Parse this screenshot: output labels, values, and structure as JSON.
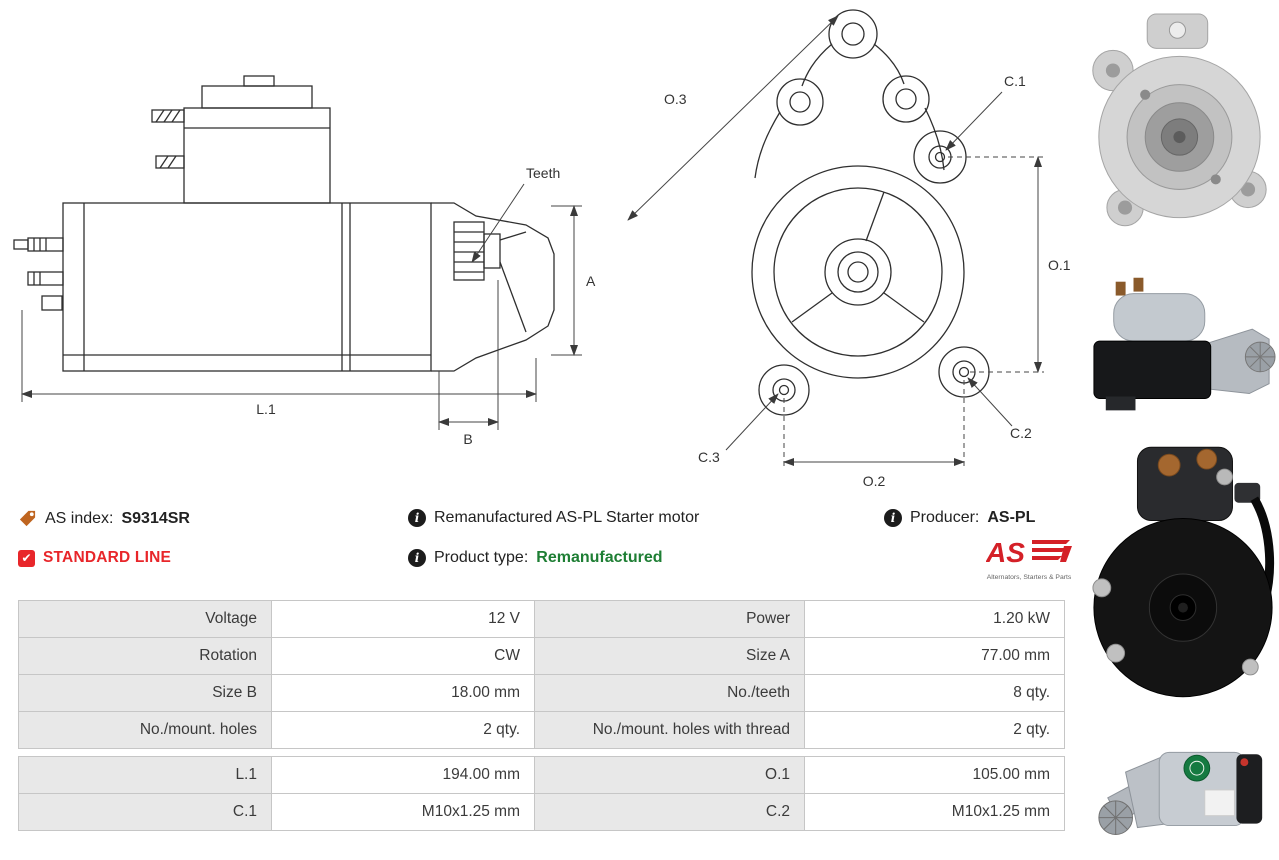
{
  "drawing_side": {
    "labels": {
      "teeth": "Teeth",
      "a": "A",
      "l1": "L.1",
      "b": "B"
    }
  },
  "drawing_front": {
    "labels": {
      "o3": "O.3",
      "o1": "O.1",
      "o2": "O.2",
      "c1": "C.1",
      "c2": "C.2",
      "c3": "C.3"
    }
  },
  "info": {
    "as_index_label": "AS index:",
    "as_index_value": "S9314SR",
    "standard_line": "STANDARD LINE",
    "description": "Remanufactured AS-PL Starter motor",
    "product_type_label": "Product type:",
    "product_type_value": "Remanufactured",
    "producer_label": "Producer:",
    "producer_value": "AS-PL",
    "logo_text": "AS",
    "logo_tagline": "Alternators, Starters & Parts"
  },
  "colors": {
    "standard_line_red": "#e8262a",
    "product_type_green": "#1e7e34",
    "logo_red": "#d42027",
    "table_label_bg": "#e8e8e8"
  },
  "spec_table": {
    "rows": [
      {
        "label1": "Voltage",
        "value1": "12 V",
        "label2": "Power",
        "value2": "1.20 kW"
      },
      {
        "label1": "Rotation",
        "value1": "CW",
        "label2": "Size A",
        "value2": "77.00 mm"
      },
      {
        "label1": "Size B",
        "value1": "18.00 mm",
        "label2": "No./teeth",
        "value2": "8 qty."
      },
      {
        "label1": "No./mount. holes",
        "value1": "2 qty.",
        "label2": "No./mount. holes with thread",
        "value2": "2 qty."
      },
      {
        "label1": "L.1",
        "value1": "194.00 mm",
        "label2": "O.1",
        "value2": "105.00 mm"
      },
      {
        "label1": "C.1",
        "value1": "M10x1.25 mm",
        "label2": "C.2",
        "value2": "M10x1.25 mm"
      }
    ]
  }
}
